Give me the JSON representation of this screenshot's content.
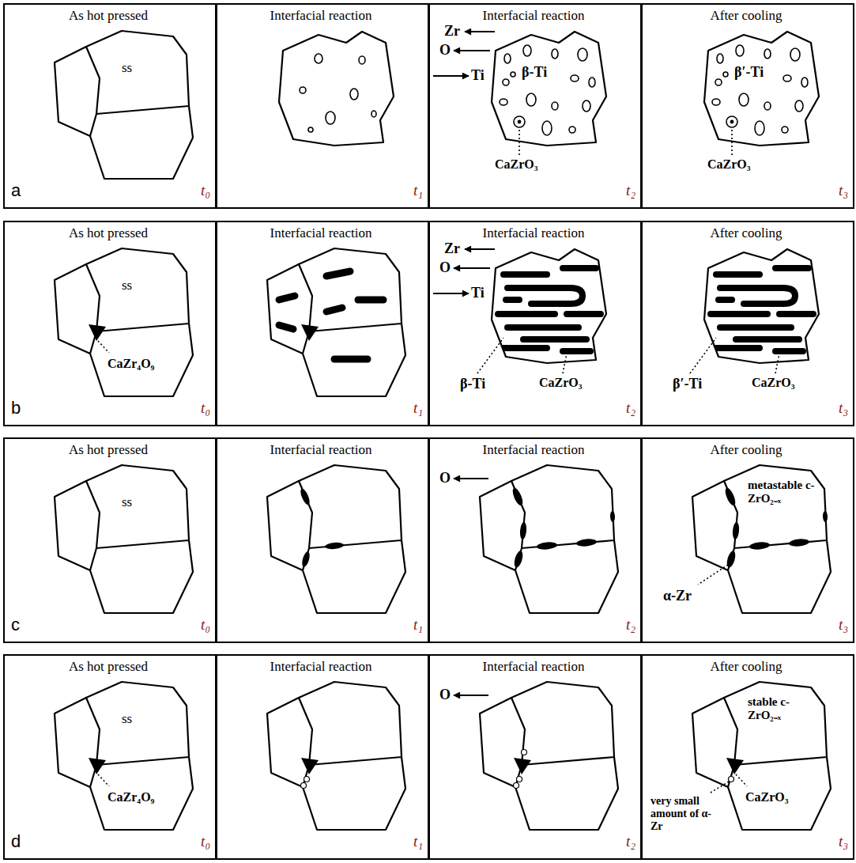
{
  "diagram": {
    "nodes": [
      {
        "text": [
          "As hot pressed",
          "ss",
          "a",
          "t₀"
        ]
      },
      {
        "text": [
          "Interfacial reaction",
          "t₁"
        ]
      },
      {
        "text": [
          "Interfacial reaction",
          "Zr",
          "O",
          "Ti",
          "β-Ti",
          "CaZrO₃",
          "t₂"
        ]
      },
      {
        "text": [
          "After cooling",
          "β′-Ti",
          "CaZrO₃",
          "t₃"
        ]
      },
      {
        "text": [
          "As hot pressed",
          "ss",
          "CaZr₄O₉",
          "b",
          "t₀"
        ]
      },
      {
        "text": [
          "Interfacial reaction",
          "t₁"
        ]
      },
      {
        "text": [
          "Interfacial reaction",
          "Zr",
          "O",
          "Ti",
          "β-Ti",
          "CaZrO₃",
          "t₂"
        ]
      },
      {
        "text": [
          "After cooling",
          "β′-Ti",
          "CaZrO₃",
          "t₃"
        ]
      },
      {
        "text": [
          "As hot pressed",
          "ss",
          "c",
          "t₀"
        ]
      },
      {
        "text": [
          "Interfacial reaction",
          "t₁"
        ]
      },
      {
        "text": [
          "Interfacial reaction",
          "O",
          "t₂"
        ]
      },
      {
        "text": [
          "After cooling",
          "metastable c-ZrO₂₋ₓ",
          "α-Zr",
          "t₃"
        ]
      },
      {
        "text": [
          "As hot pressed",
          "ss",
          "CaZr₄O₉",
          "d",
          "t₀"
        ]
      },
      {
        "text": [
          "Interfacial reaction",
          "t₁"
        ]
      },
      {
        "text": [
          "Interfacial reaction",
          "O",
          "t₂"
        ]
      },
      {
        "text": [
          "After cooling",
          "stable c-ZrO₂₋ₓ",
          "very small amount of α-Zr",
          "CaZrO₃",
          "t₃"
        ]
      }
    ]
  }
}
